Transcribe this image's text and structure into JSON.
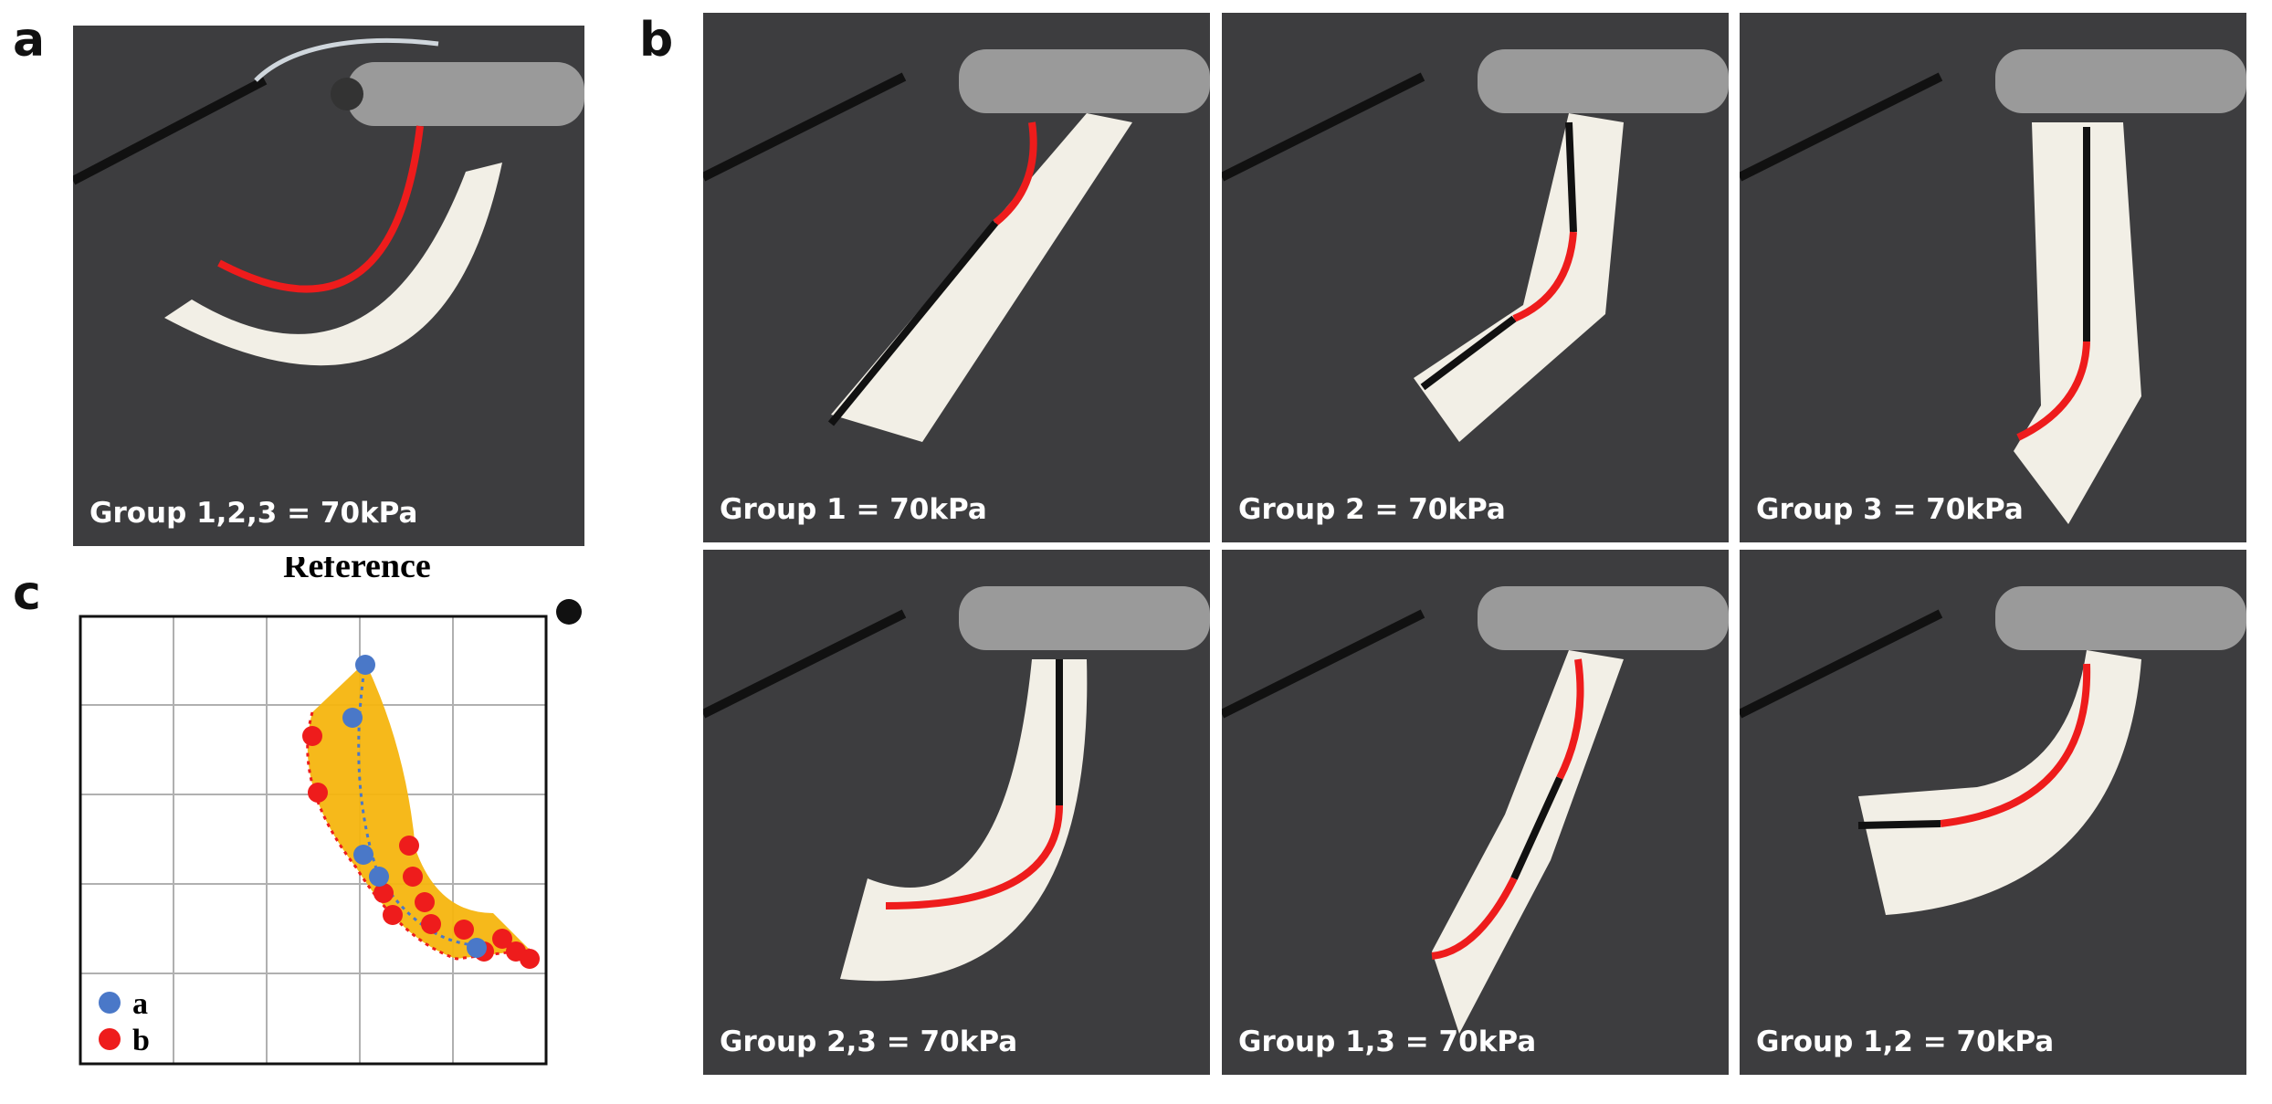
{
  "panel_labels": {
    "a": "a",
    "b": "b",
    "c": "c"
  },
  "panel_a": {
    "caption": "Group 1,2,3 = 70kPa"
  },
  "panel_b": {
    "captions": [
      "Group 1 = 70kPa",
      "Group 2 = 70kPa",
      "Group 3 = 70kPa",
      "Group 2,3 = 70kPa",
      "Group 1,3 = 70kPa",
      "Group 1,2 = 70kPa"
    ]
  },
  "panel_c": {
    "reference_label": "Reference",
    "legend": [
      {
        "label": "a",
        "color": "#4a78c8"
      },
      {
        "label": "b",
        "color": "#ee1c1c"
      }
    ],
    "region_color": "#f5b50f"
  },
  "colors": {
    "background": "#3d3d3f",
    "bend": "#ee1c1c",
    "straight": "#111111",
    "actuator": "#f2efe6",
    "mount": "#9a9a9a"
  }
}
